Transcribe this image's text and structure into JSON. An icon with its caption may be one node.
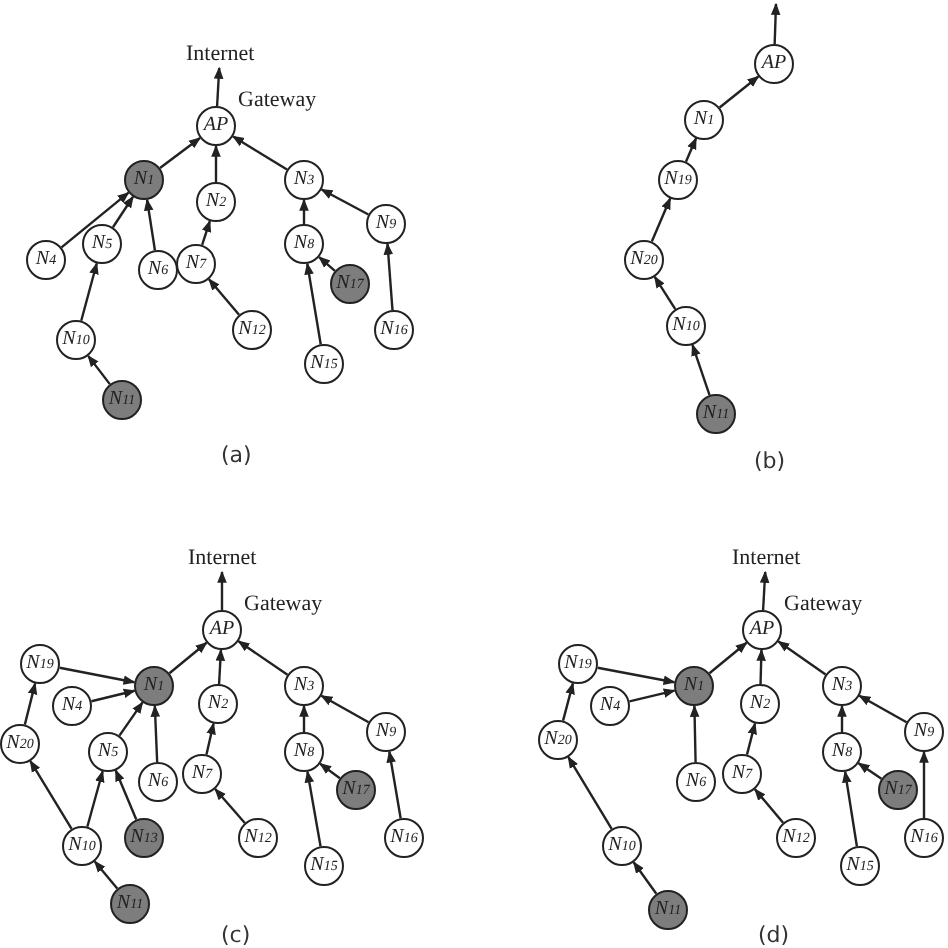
{
  "diagram": {
    "nodes": [
      {
        "text": [
          "Internet"
        ]
      },
      {
        "text": [
          "AP"
        ],
        "beside": [
          "Gateway"
        ]
      },
      {
        "text": [
          "N$_{1}$"
        ]
      },
      {
        "text": [
          "N$_{2}$"
        ]
      },
      {
        "text": [
          "N$_{3}$"
        ]
      },
      {
        "text": [
          "N$_{4}$"
        ]
      },
      {
        "text": [
          "N$_{5}$"
        ]
      },
      {
        "text": [
          "N$_{6}$"
        ]
      },
      {
        "text": [
          "N$_{7}$"
        ]
      },
      {
        "text": [
          "N$_{8}$"
        ]
      },
      {
        "text": [
          "N$_{9}$"
        ]
      },
      {
        "text": [
          "N$_{17}$"
        ]
      },
      {
        "text": [
          "N$_{10}$"
        ]
      },
      {
        "text": [
          "N$_{12}$"
        ]
      },
      {
        "text": [
          "N$_{15}$"
        ]
      },
      {
        "text": [
          "N$_{16}$"
        ]
      },
      {
        "text": [
          "N$_{11}$"
        ]
      },
      {
        "text": [
          "AP"
        ]
      },
      {
        "text": [
          "N$_{1}$"
        ]
      },
      {
        "text": [
          "N$_{19}$"
        ]
      },
      {
        "text": [
          "N$_{20}$"
        ]
      },
      {
        "text": [
          "N$_{10}$"
        ]
      },
      {
        "text": [
          "N$_{11}$"
        ]
      },
      {
        "text": [
          "Internet"
        ]
      },
      {
        "text": [
          "AP"
        ],
        "beside": [
          "Gateway"
        ]
      },
      {
        "text": [
          "N$_{19}$"
        ]
      },
      {
        "text": [
          "N$_{1}$"
        ]
      },
      {
        "text": [
          "N$_{3}$"
        ]
      },
      {
        "text": [
          "N$_{4}$"
        ]
      },
      {
        "text": [
          "N$_{2}$"
        ]
      },
      {
        "text": [
          "N$_{20}$"
        ]
      },
      {
        "text": [
          "N$_{9}$"
        ]
      },
      {
        "text": [
          "N$_{5}$"
        ]
      },
      {
        "text": [
          "N$_{8}$"
        ]
      },
      {
        "text": [
          "N$_{7}$"
        ]
      },
      {
        "text": [
          "N$_{6}$"
        ]
      },
      {
        "text": [
          "N$_{17}$"
        ]
      },
      {
        "text": [
          "N$_{13}$"
        ]
      },
      {
        "text": [
          "N$_{12}$"
        ]
      },
      {
        "text": [
          "N$_{10}$"
        ]
      },
      {
        "text": [
          "N$_{16}$"
        ]
      },
      {
        "text": [
          "N$_{15}$"
        ]
      },
      {
        "text": [
          "N$_{11}$"
        ]
      },
      {
        "text": [
          "Internet"
        ]
      },
      {
        "text": [
          "AP"
        ],
        "beside": [
          "Gateway"
        ]
      },
      {
        "text": [
          "N$_{19}$"
        ]
      },
      {
        "text": [
          "N$_{1}$"
        ]
      },
      {
        "text": [
          "N$_{3}$"
        ]
      },
      {
        "text": [
          "N$_{4}$"
        ]
      },
      {
        "text": [
          "N$_{2}$"
        ]
      },
      {
        "text": [
          "N$_{20}$"
        ]
      },
      {
        "text": [
          "N$_{9}$"
        ]
      },
      {
        "text": [
          "N$_{8}$"
        ]
      },
      {
        "text": [
          "N$_{7}$"
        ]
      },
      {
        "text": [
          "N$_{6}$"
        ]
      },
      {
        "text": [
          "N$_{17}$"
        ]
      },
      {
        "text": [
          "N$_{12}$"
        ]
      },
      {
        "text": [
          "N$_{10}$"
        ]
      },
      {
        "text": [
          "N$_{16}$"
        ]
      },
      {
        "text": [
          "N$_{15}$"
        ]
      },
      {
        "text": [
          "N$_{11}$"
        ]
      }
    ],
    "edges": [
      {
        "from": 1,
        "to": 0,
        "arrow": "to"
      },
      {
        "from": 2,
        "to": 1,
        "arrow": "to"
      },
      {
        "from": 3,
        "to": 1,
        "arrow": "to"
      },
      {
        "from": 4,
        "to": 1,
        "arrow": "to"
      },
      {
        "from": 5,
        "to": 2,
        "arrow": "to"
      },
      {
        "from": 6,
        "to": 2,
        "arrow": "to"
      },
      {
        "from": 7,
        "to": 2,
        "arrow": "to"
      },
      {
        "from": 8,
        "to": 3,
        "arrow": "to"
      },
      {
        "from": 13,
        "to": 8,
        "arrow": "to"
      },
      {
        "from": 9,
        "to": 4,
        "arrow": "to"
      },
      {
        "from": 10,
        "to": 4,
        "arrow": "to"
      },
      {
        "from": 11,
        "to": 9,
        "arrow": "to"
      },
      {
        "from": 14,
        "to": 9,
        "arrow": "to"
      },
      {
        "from": 15,
        "to": 10,
        "arrow": "to"
      },
      {
        "from": 12,
        "to": 6,
        "arrow": "to"
      },
      {
        "from": 16,
        "to": 12,
        "arrow": "to"
      },
      {
        "from": 17,
        "to": null,
        "arrow": "to"
      },
      {
        "from": 18,
        "to": 17,
        "arrow": "to"
      },
      {
        "from": 19,
        "to": 18,
        "arrow": "to"
      },
      {
        "from": 20,
        "to": 19,
        "arrow": "to"
      },
      {
        "from": 21,
        "to": 20,
        "arrow": "to"
      },
      {
        "from": 22,
        "to": 21,
        "arrow": "to"
      },
      {
        "from": 24,
        "to": 23,
        "arrow": "to"
      },
      {
        "from": 26,
        "to": 24,
        "arrow": "to"
      },
      {
        "from": 29,
        "to": 24,
        "arrow": "to"
      },
      {
        "from": 27,
        "to": 24,
        "arrow": "to"
      },
      {
        "from": 25,
        "to": 26,
        "arrow": "to"
      },
      {
        "from": 28,
        "to": 26,
        "arrow": "to"
      },
      {
        "from": 32,
        "to": 26,
        "arrow": "to"
      },
      {
        "from": 35,
        "to": 26,
        "arrow": "to"
      },
      {
        "from": 30,
        "to": 25,
        "arrow": "to"
      },
      {
        "from": 39,
        "to": 30,
        "arrow": "to"
      },
      {
        "from": 39,
        "to": 32,
        "arrow": "to"
      },
      {
        "from": 37,
        "to": 32,
        "arrow": "to"
      },
      {
        "from": 42,
        "to": 39,
        "arrow": "to"
      },
      {
        "from": 34,
        "to": 29,
        "arrow": "to"
      },
      {
        "from": 38,
        "to": 34,
        "arrow": "to"
      },
      {
        "from": 33,
        "to": 27,
        "arrow": "to"
      },
      {
        "from": 31,
        "to": 27,
        "arrow": "to"
      },
      {
        "from": 36,
        "to": 33,
        "arrow": "to"
      },
      {
        "from": 41,
        "to": 33,
        "arrow": "to"
      },
      {
        "from": 40,
        "to": 31,
        "arrow": "to"
      },
      {
        "from": 44,
        "to": 43,
        "arrow": "to"
      },
      {
        "from": 46,
        "to": 44,
        "arrow": "to"
      },
      {
        "from": 49,
        "to": 44,
        "arrow": "to"
      },
      {
        "from": 47,
        "to": 44,
        "arrow": "to"
      },
      {
        "from": 45,
        "to": 46,
        "arrow": "to"
      },
      {
        "from": 48,
        "to": 46,
        "arrow": "to"
      },
      {
        "from": 54,
        "to": 46,
        "arrow": "to"
      },
      {
        "from": 50,
        "to": 45,
        "arrow": "to"
      },
      {
        "from": 57,
        "to": 50,
        "arrow": "to"
      },
      {
        "from": 60,
        "to": 57,
        "arrow": "to"
      },
      {
        "from": 53,
        "to": 49,
        "arrow": "to"
      },
      {
        "from": 56,
        "to": 53,
        "arrow": "to"
      },
      {
        "from": 52,
        "to": 47,
        "arrow": "to"
      },
      {
        "from": 51,
        "to": 47,
        "arrow": "to"
      },
      {
        "from": 55,
        "to": 52,
        "arrow": "to"
      },
      {
        "from": 59,
        "to": 52,
        "arrow": "to"
      },
      {
        "from": 58,
        "to": 51,
        "arrow": "to"
      }
    ],
    "labels": [
      "(a)",
      "(b)",
      "(c)",
      "(d)"
    ]
  }
}
